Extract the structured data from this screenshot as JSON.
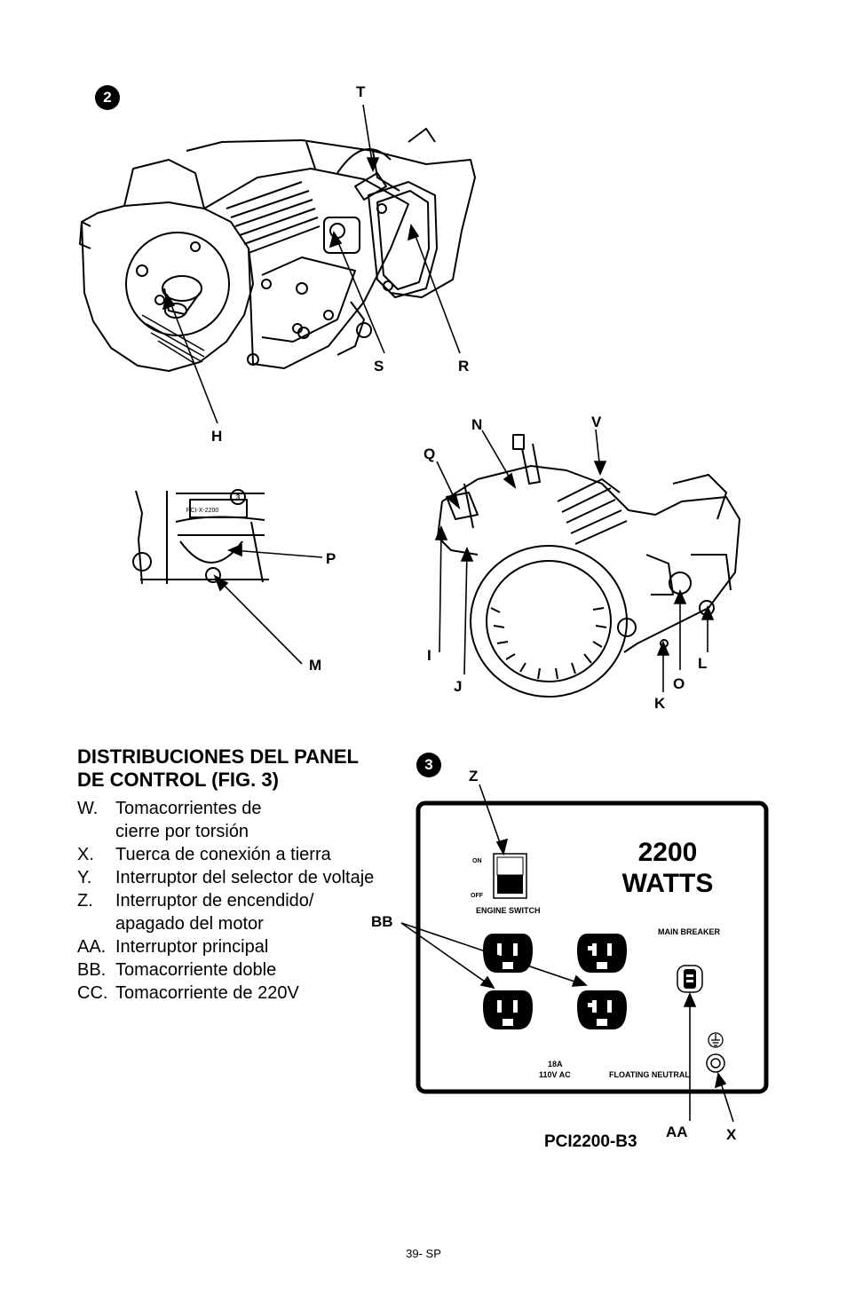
{
  "figure2": {
    "badge": "2",
    "callouts": {
      "T": "T",
      "S": "S",
      "R": "R",
      "H": "H",
      "N": "N",
      "V": "V",
      "Q": "Q",
      "P": "P",
      "M": "M",
      "I": "I",
      "J": "J",
      "L": "L",
      "O": "O",
      "K": "K"
    },
    "muffler_tag": "3",
    "nameplate": "PCI-X-2200"
  },
  "section": {
    "title_line1": "DISTRIBUCIONES DEL PANEL",
    "title_line2": "DE CONTROL (FIG. 3)",
    "items": [
      {
        "key": "W.",
        "text_line1": "Tomacorrientes de",
        "text_line2": "cierre por torsión"
      },
      {
        "key": "X.",
        "text_line1": "Tuerca de conexión a tierra"
      },
      {
        "key": "Y.",
        "text_line1": "Interruptor del selector de voltaje"
      },
      {
        "key": "Z.",
        "text_line1": "Interruptor de encendido/",
        "text_line2": "apagado del motor"
      },
      {
        "key": "AA.",
        "text_line1": "Interruptor principal"
      },
      {
        "key": "BB.",
        "text_line1": "Tomacorriente doble"
      },
      {
        "key": "CC.",
        "text_line1": "Tomacorriente de 220V"
      }
    ]
  },
  "figure3": {
    "badge": "3",
    "callouts": {
      "Z": "Z",
      "BB": "BB",
      "AA": "AA",
      "X": "X"
    },
    "switch_on": "ON",
    "switch_off": "OFF",
    "engine_switch": "ENGINE SWITCH",
    "watts_line1": "2200",
    "watts_line2": "WATTS",
    "main_breaker": "MAIN BREAKER",
    "rating_line1": "18A",
    "rating_line2": "110V AC",
    "floating_neutral": "FLOATING NEUTRAL",
    "model": "PCI2200-B3"
  },
  "page_number": "39- SP"
}
